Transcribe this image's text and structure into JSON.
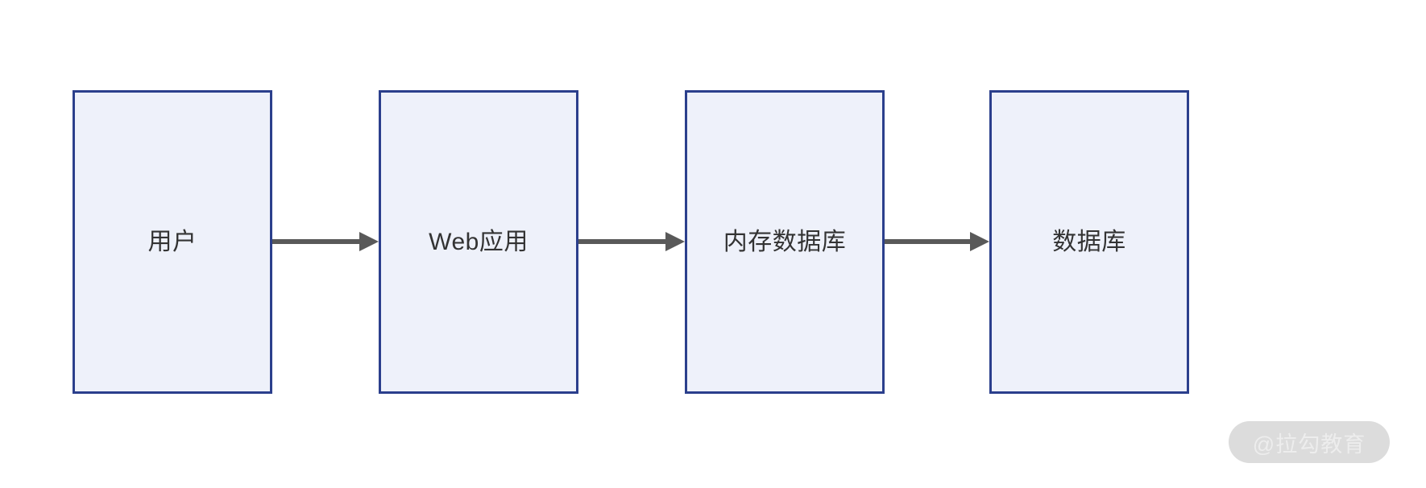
{
  "diagram": {
    "title": "",
    "type": "linear-flow",
    "colors": {
      "node_fill": "#eef1fa",
      "node_border": "#2b3f8c",
      "arrow": "#595959",
      "text": "#333333",
      "background": "#ffffff",
      "watermark_pill": "#dcdcdc",
      "watermark_text": "#ededed"
    },
    "nodes": [
      {
        "id": "user",
        "label": "用户"
      },
      {
        "id": "web-app",
        "label": "Web应用"
      },
      {
        "id": "in-memory-db",
        "label": "内存数据库"
      },
      {
        "id": "database",
        "label": "数据库"
      }
    ],
    "edges": [
      {
        "from": "user",
        "to": "web-app",
        "label": "",
        "style": "solid-arrow"
      },
      {
        "from": "web-app",
        "to": "in-memory-db",
        "label": "",
        "style": "solid-arrow"
      },
      {
        "from": "in-memory-db",
        "to": "database",
        "label": "",
        "style": "solid-arrow"
      }
    ]
  },
  "watermark": {
    "text": "@拉勾教育"
  }
}
